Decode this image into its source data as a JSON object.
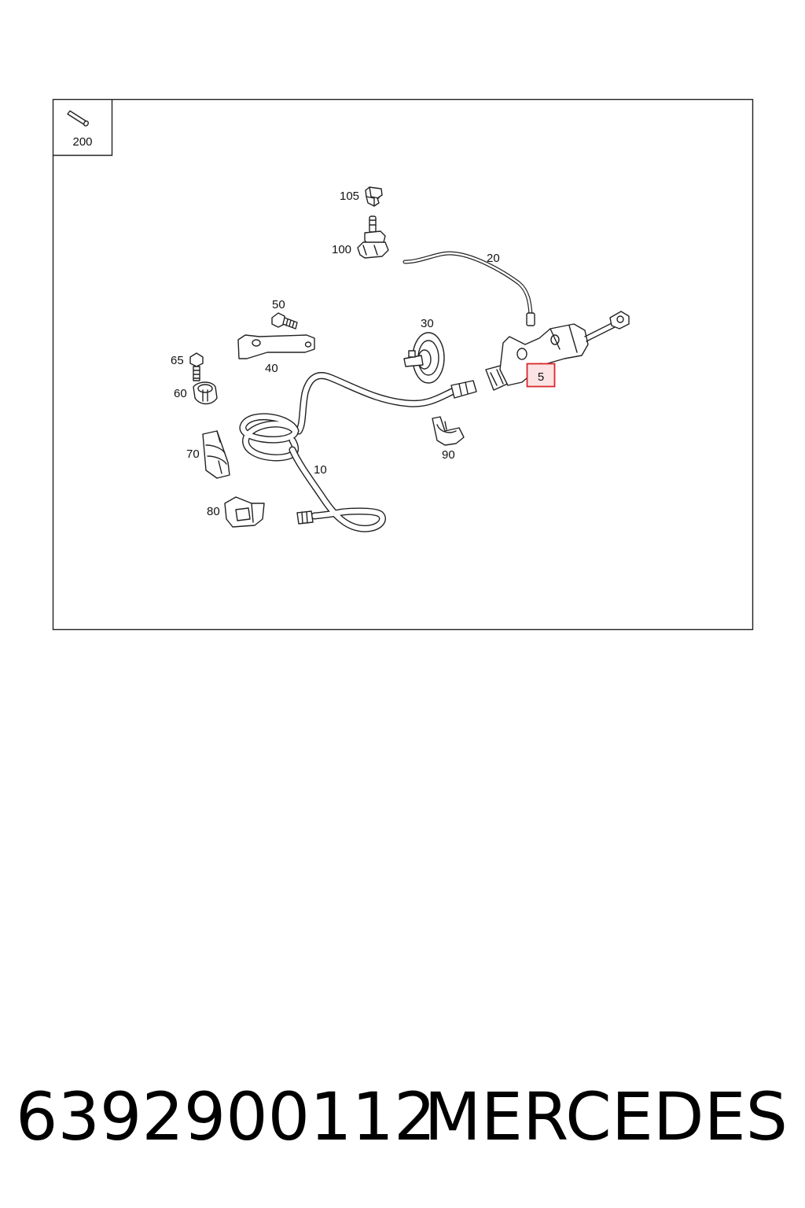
{
  "diagram": {
    "inset_label": "200",
    "highlight_color": "#d9262c",
    "highlight_fill": "#fbe3e3",
    "labels": {
      "p5": "5",
      "p10": "10",
      "p20": "20",
      "p30": "30",
      "p40": "40",
      "p50": "50",
      "p60": "60",
      "p65": "65",
      "p70": "70",
      "p80": "80",
      "p90": "90",
      "p100": "100",
      "p105": "105"
    }
  },
  "footer": {
    "part_number": "6392900112",
    "brand": "MERCEDES"
  }
}
